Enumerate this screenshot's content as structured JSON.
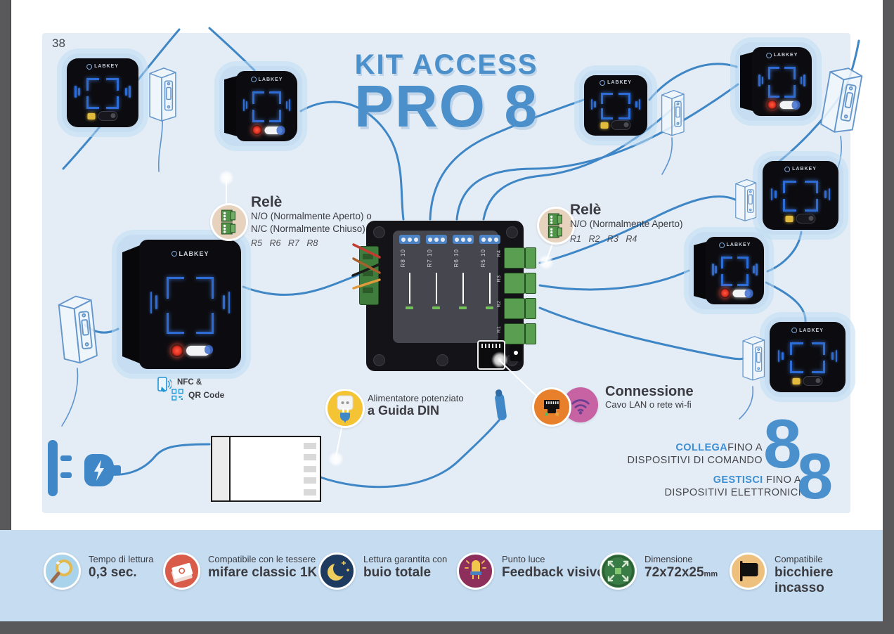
{
  "page_number": "38",
  "brand": "LABKEY",
  "title": {
    "line1": "KIT ACCESS",
    "line2": "PRO 8"
  },
  "callouts": {
    "relay_left": {
      "title": "Relè",
      "line1": "N/O (Normalmente Aperto) o",
      "line2": "N/C (Normalmente Chiuso)",
      "relays": "R5 R6 R7 R8"
    },
    "relay_right": {
      "title": "Relè",
      "line1": "N/O (Normalmente Aperto)",
      "relays": "R1 R2 R3 R4"
    },
    "nfc": {
      "line1": "NFC &",
      "line2": "QR Code"
    },
    "power": {
      "line1": "Alimentatore potenziato",
      "line2": "a Guida DIN"
    },
    "connection": {
      "title": "Connessione",
      "subtitle": "Cavo LAN o rete wi-fi"
    }
  },
  "capacity": {
    "collega": {
      "highlight": "COLLEGA",
      "rest": "FINO A",
      "line2": "DISPOSITIVI DI COMANDO",
      "number": "8"
    },
    "gestisci": {
      "highlight": "GESTISCI",
      "rest": " FINO A",
      "line2": "DISPOSITIVI ELETTRONICI",
      "number": "8"
    }
  },
  "board": {
    "top_relays": [
      "R8",
      "R7",
      "R6",
      "R5"
    ],
    "io": "10",
    "side_relays": [
      "R4",
      "R3",
      "R2",
      "R1"
    ]
  },
  "footer": {
    "items": [
      {
        "icon": "magnifier-icon",
        "line1": "Tempo di lettura",
        "line2": "0,3 sec."
      },
      {
        "icon": "cards-icon",
        "line1": "Compatibile con le tessere",
        "line2": "mifare classic 1K"
      },
      {
        "icon": "moon-icon",
        "line1": "Lettura garantita con",
        "line2": "buio totale"
      },
      {
        "icon": "led-icon",
        "line1": "Punto luce",
        "line2": "Feedback visivo"
      },
      {
        "icon": "resize-icon",
        "line1": "Dimensione",
        "line2": "72x72x25",
        "unit": "mm"
      },
      {
        "icon": "flag-icon",
        "line1": "Compatibile",
        "line2": "bicchiere incasso"
      }
    ]
  },
  "colors": {
    "accent_blue": "#4a90cc",
    "cable_blue": "#3e86c5",
    "panel": "#e4edf6",
    "footer_bar": "#c5dcf1",
    "frame": "#59595b",
    "beige": "#e6d2bd",
    "yellow": "#f4c435",
    "orange": "#e8802b",
    "pink": "#c763a3",
    "red": "#d85c49",
    "navy": "#1e3a5f",
    "maroon": "#8e2e5b",
    "green": "#3a7c45",
    "tan": "#eec07d"
  }
}
